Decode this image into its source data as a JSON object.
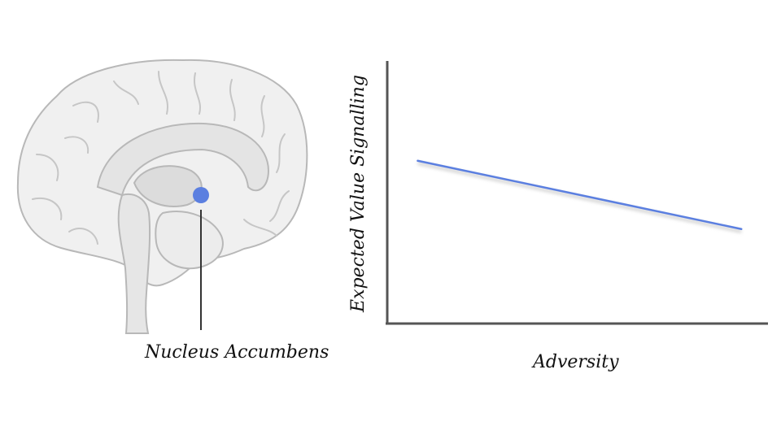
{
  "brain_label": "Nucleus Accumbens",
  "colors": {
    "marker": "#5b7fe0",
    "line": "#5b7fe0",
    "axis": "#555555",
    "brain_fill": "#f0f0f0",
    "brain_stroke": "#b8b8b8"
  },
  "chart_data": {
    "type": "line",
    "xlabel": "Adversity",
    "ylabel": "Expected Value Signalling",
    "xlim": [
      0,
      1
    ],
    "ylim": [
      0,
      1
    ],
    "grid": false,
    "series": [
      {
        "x": [
          0.08,
          0.93
        ],
        "y": [
          0.62,
          0.36
        ]
      }
    ]
  }
}
